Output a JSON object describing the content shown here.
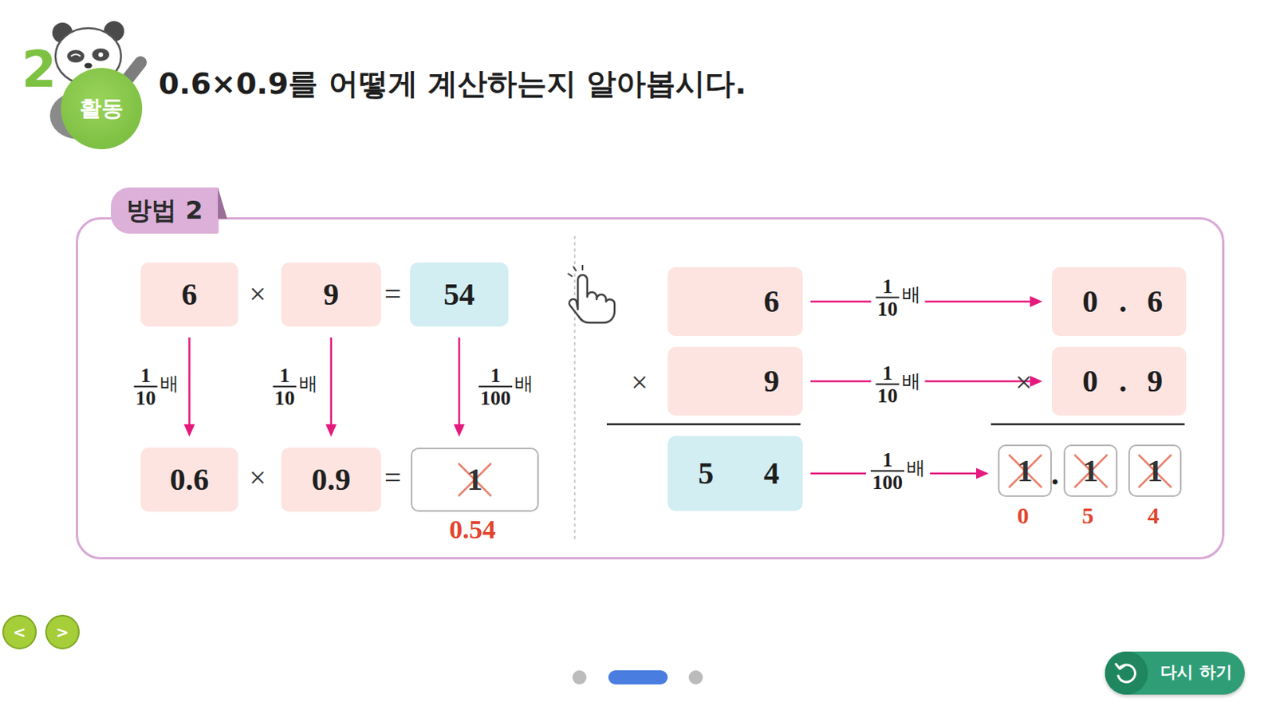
{
  "diagram": {
    "title": "0.6×0.9를 어떻게 계산하는지 알아봅시다.",
    "nodes": [
      {
        "text": [
          "2",
          "활동"
        ]
      },
      {
        "text": [
          "방법 2"
        ]
      },
      {
        "text": [
          "6"
        ],
        "in": 1
      },
      {
        "text": [
          "9"
        ],
        "in": 1
      },
      {
        "text": [
          "54"
        ],
        "in": 1
      },
      {
        "text": [
          "0.6"
        ],
        "in": 1
      },
      {
        "text": [
          "0.9"
        ],
        "in": 1
      },
      {
        "text": [
          "1"
        ],
        "in": 1
      },
      {
        "text": [
          "6"
        ],
        "in": 1
      },
      {
        "text": [
          "9"
        ],
        "in": 1
      },
      {
        "text": [
          "5",
          "4"
        ],
        "in": 1
      },
      {
        "text": [
          "0",
          ".",
          "6"
        ],
        "in": 1
      },
      {
        "text": [
          "0",
          ".",
          "9"
        ],
        "in": 1
      },
      {
        "text": [
          "1"
        ],
        "in": 1
      },
      {
        "text": [
          "1"
        ],
        "in": 1
      },
      {
        "text": [
          "1"
        ],
        "in": 1
      },
      {
        "text": [
          "<"
        ]
      },
      {
        "text": [
          ">"
        ]
      },
      {
        "text": [
          "다시 하기"
        ]
      }
    ],
    "edges": [
      {
        "from": 2,
        "to": 5,
        "arrow": "to"
      },
      {
        "from": 3,
        "to": 6,
        "arrow": "to"
      },
      {
        "from": 4,
        "to": 7,
        "arrow": "to"
      },
      {
        "from": 8,
        "to": 11,
        "arrow": "to"
      },
      {
        "from": 9,
        "to": 12,
        "arrow": "to"
      },
      {
        "from": 10,
        "to": 13,
        "arrow": "to"
      }
    ],
    "labels": [
      "×",
      "=",
      "1",
      "10",
      "배",
      "1",
      "10",
      "배",
      "1",
      "100",
      "배",
      "×",
      "=",
      "0.54",
      "1",
      "10",
      "배",
      "×",
      "1",
      "10",
      "배",
      "×",
      "1",
      "100",
      "배",
      ".",
      "0",
      "5",
      "4"
    ]
  }
}
